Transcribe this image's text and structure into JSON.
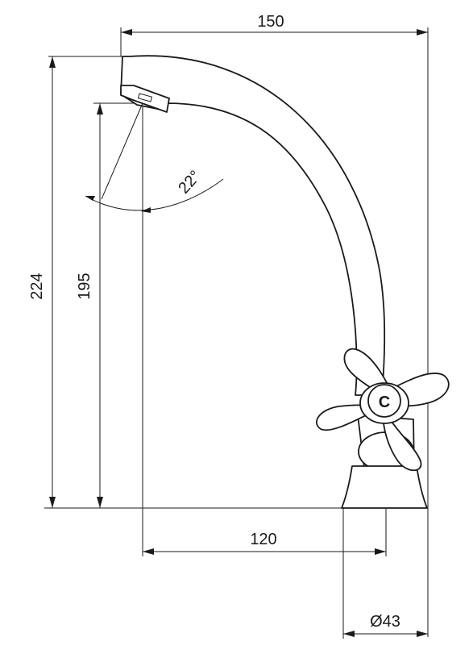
{
  "drawing": {
    "subject": "faucet",
    "dimensions": {
      "width_top": "150",
      "total_height": "224",
      "spout_height": "195",
      "spout_reach": "120",
      "base_diameter": "Ø43",
      "spout_angle": "22°"
    },
    "handle_label": "C"
  }
}
